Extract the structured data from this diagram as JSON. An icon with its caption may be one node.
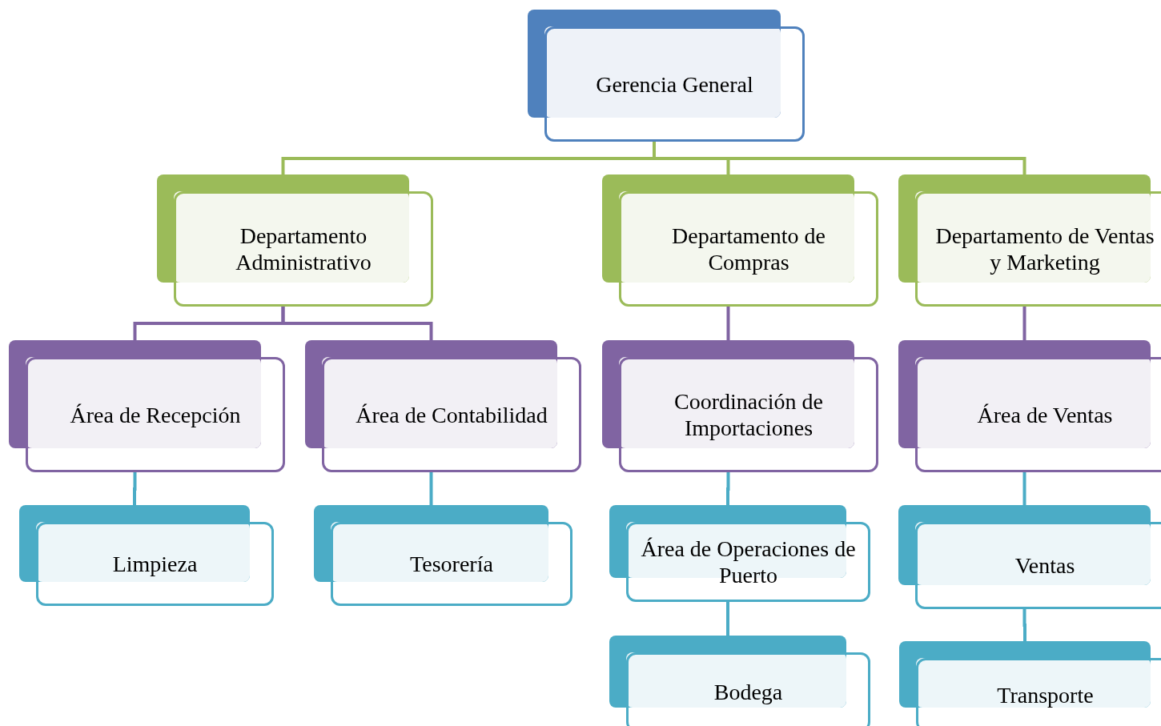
{
  "diagram": {
    "nodes": [
      {
        "text": [
          "Gerencia General"
        ]
      },
      {
        "text": [
          "Departamento Administrativo"
        ]
      },
      {
        "text": [
          "Departamento de Compras"
        ]
      },
      {
        "text": [
          "Departamento de Ventas y Marketing"
        ]
      },
      {
        "text": [
          "Área de Recepción"
        ]
      },
      {
        "text": [
          "Área de Contabilidad"
        ]
      },
      {
        "text": [
          "Coordinación de Importaciones"
        ]
      },
      {
        "text": [
          "Área de Ventas"
        ]
      },
      {
        "text": [
          "Limpieza"
        ]
      },
      {
        "text": [
          "Tesorería"
        ]
      },
      {
        "text": [
          "Área de Operaciones de Puerto"
        ]
      },
      {
        "text": [
          "Bodega"
        ]
      },
      {
        "text": [
          "Ventas"
        ]
      },
      {
        "text": [
          "Transporte"
        ]
      }
    ],
    "edges": [
      {
        "from": 0,
        "to": 1,
        "arrow": "none",
        "color": "#9bbb59"
      },
      {
        "from": 0,
        "to": 2,
        "arrow": "none",
        "color": "#9bbb59"
      },
      {
        "from": 0,
        "to": 3,
        "arrow": "none",
        "color": "#9bbb59"
      },
      {
        "from": 1,
        "to": 4,
        "arrow": "none",
        "color": "#8064a2"
      },
      {
        "from": 1,
        "to": 5,
        "arrow": "none",
        "color": "#8064a2"
      },
      {
        "from": 2,
        "to": 6,
        "arrow": "none",
        "color": "#8064a2"
      },
      {
        "from": 3,
        "to": 7,
        "arrow": "none",
        "color": "#8064a2"
      },
      {
        "from": 4,
        "to": 8,
        "arrow": "none"
      },
      {
        "from": 5,
        "to": 9,
        "arrow": "none"
      },
      {
        "from": 6,
        "to": 10,
        "arrow": "none"
      },
      {
        "from": 10,
        "to": 11,
        "arrow": "none"
      },
      {
        "from": 7,
        "to": 12,
        "arrow": "none"
      },
      {
        "from": 12,
        "to": 13,
        "arrow": "none"
      }
    ]
  }
}
